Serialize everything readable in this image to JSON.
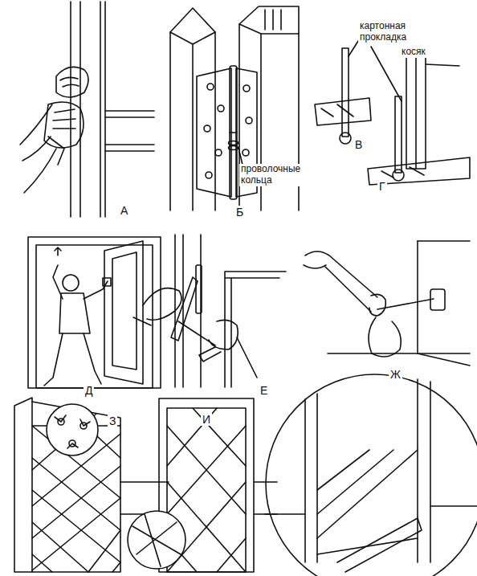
{
  "diagram": {
    "labels": [
      "А",
      "Б",
      "картонная прокладка",
      "косяк",
      "проволочные кольца",
      "В",
      "Г",
      "Д",
      "Е",
      "Ж",
      "З",
      "И"
    ]
  }
}
